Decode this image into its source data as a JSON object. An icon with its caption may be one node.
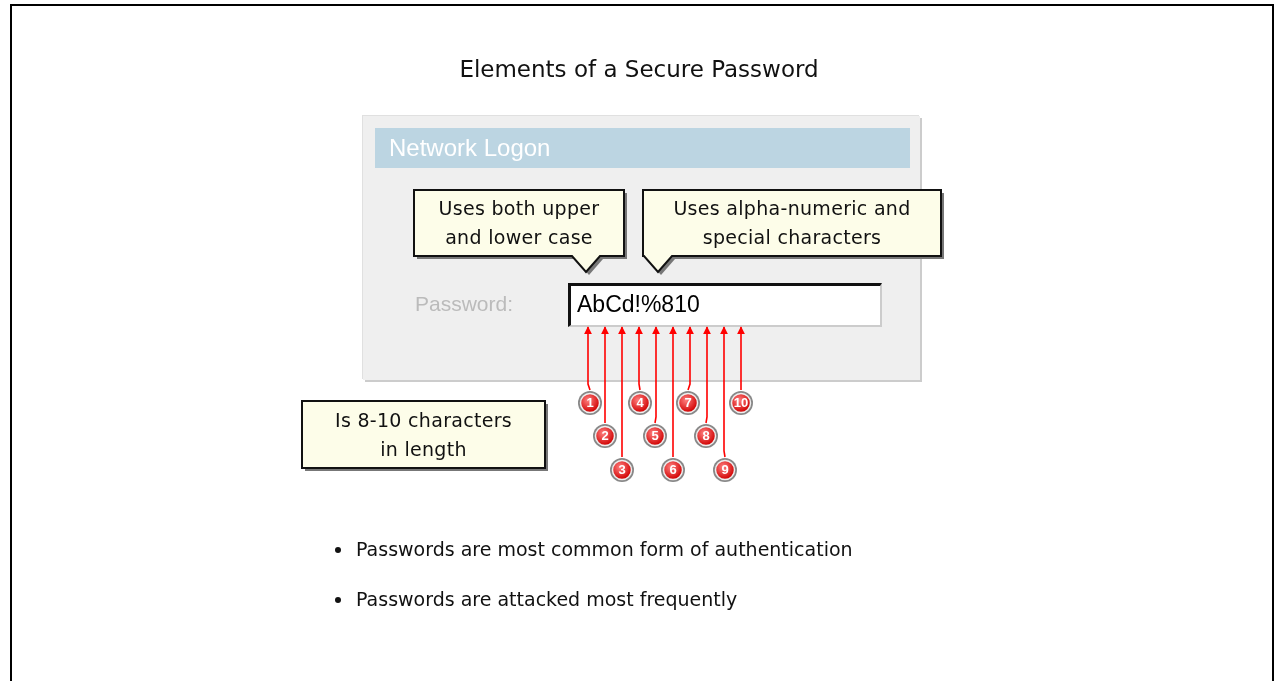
{
  "diagram": {
    "title": "Elements of a Secure Password",
    "nodes": [
      {
        "text": [
          "Network Logon"
        ]
      },
      {
        "text": [
          "Uses both upper and lower case"
        ],
        "in": 0
      },
      {
        "text": [
          "Uses alpha-numeric and special characters"
        ]
      },
      {
        "text": [
          "AbCd!%810"
        ],
        "in": 0
      },
      {
        "text": [
          "Is 8-10 characters in length"
        ]
      },
      {
        "text": [
          "1"
        ]
      },
      {
        "text": [
          "2"
        ]
      },
      {
        "text": [
          "3"
        ]
      },
      {
        "text": [
          "4"
        ]
      },
      {
        "text": [
          "5"
        ]
      },
      {
        "text": [
          "6"
        ]
      },
      {
        "text": [
          "7"
        ]
      },
      {
        "text": [
          "8"
        ]
      },
      {
        "text": [
          "9"
        ]
      },
      {
        "text": [
          "10"
        ]
      }
    ],
    "edges": [
      {
        "from": 5,
        "to": 3,
        "arrow": "to"
      },
      {
        "from": 6,
        "to": 3,
        "arrow": "to"
      },
      {
        "from": 7,
        "to": 3,
        "arrow": "to"
      },
      {
        "from": 8,
        "to": 3,
        "arrow": "to"
      },
      {
        "from": 9,
        "to": 3,
        "arrow": "to"
      },
      {
        "from": 10,
        "to": 3,
        "arrow": "to"
      },
      {
        "from": 11,
        "to": 3,
        "arrow": "to"
      },
      {
        "from": 12,
        "to": 3,
        "arrow": "to"
      },
      {
        "from": 13,
        "to": 3,
        "arrow": "to"
      },
      {
        "from": 14,
        "to": 3,
        "arrow": "to"
      }
    ],
    "labels": [
      "Password:",
      "Passwords are most common form of authentication",
      "Passwords are attacked most frequently"
    ]
  }
}
